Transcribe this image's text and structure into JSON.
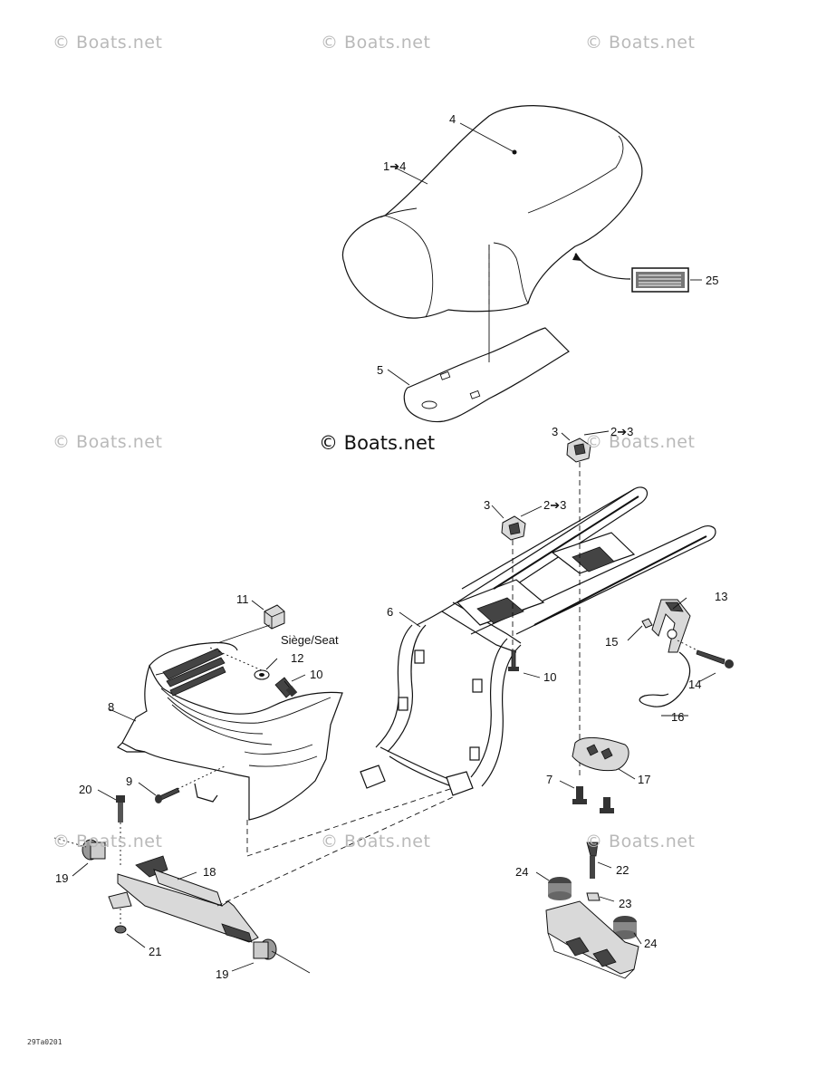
{
  "watermarks": {
    "top_left": "© Boats.net",
    "top_center": "© Boats.net",
    "top_right": "© Boats.net",
    "mid_left": "© Boats.net",
    "mid_center": "© Boats.net",
    "mid_right": "© Boats.net",
    "low_left": "© Boats.net",
    "low_center": "© Boats.net",
    "low_right": "© Boats.net"
  },
  "parts": {
    "p1to4": "1➔4",
    "p2to3_top": "2➔3",
    "p2to3_mid": "2➔3",
    "p3_top": "3",
    "p3_mid": "3",
    "p4": "4",
    "p5": "5",
    "p6": "6",
    "p7": "7",
    "p8": "8",
    "p9": "9",
    "p10_a": "10",
    "p10_b": "10",
    "p11": "11",
    "p12": "12",
    "p13": "13",
    "p14": "14",
    "p15": "15",
    "p16": "16",
    "p17": "17",
    "p18": "18",
    "p19_a": "19",
    "p19_b": "19",
    "p20": "20",
    "p21": "21",
    "p22": "22",
    "p23": "23",
    "p24_a": "24",
    "p24_b": "24",
    "p25": "25"
  },
  "callout": "Siège/Seat",
  "figure_code": "29Ta0201"
}
